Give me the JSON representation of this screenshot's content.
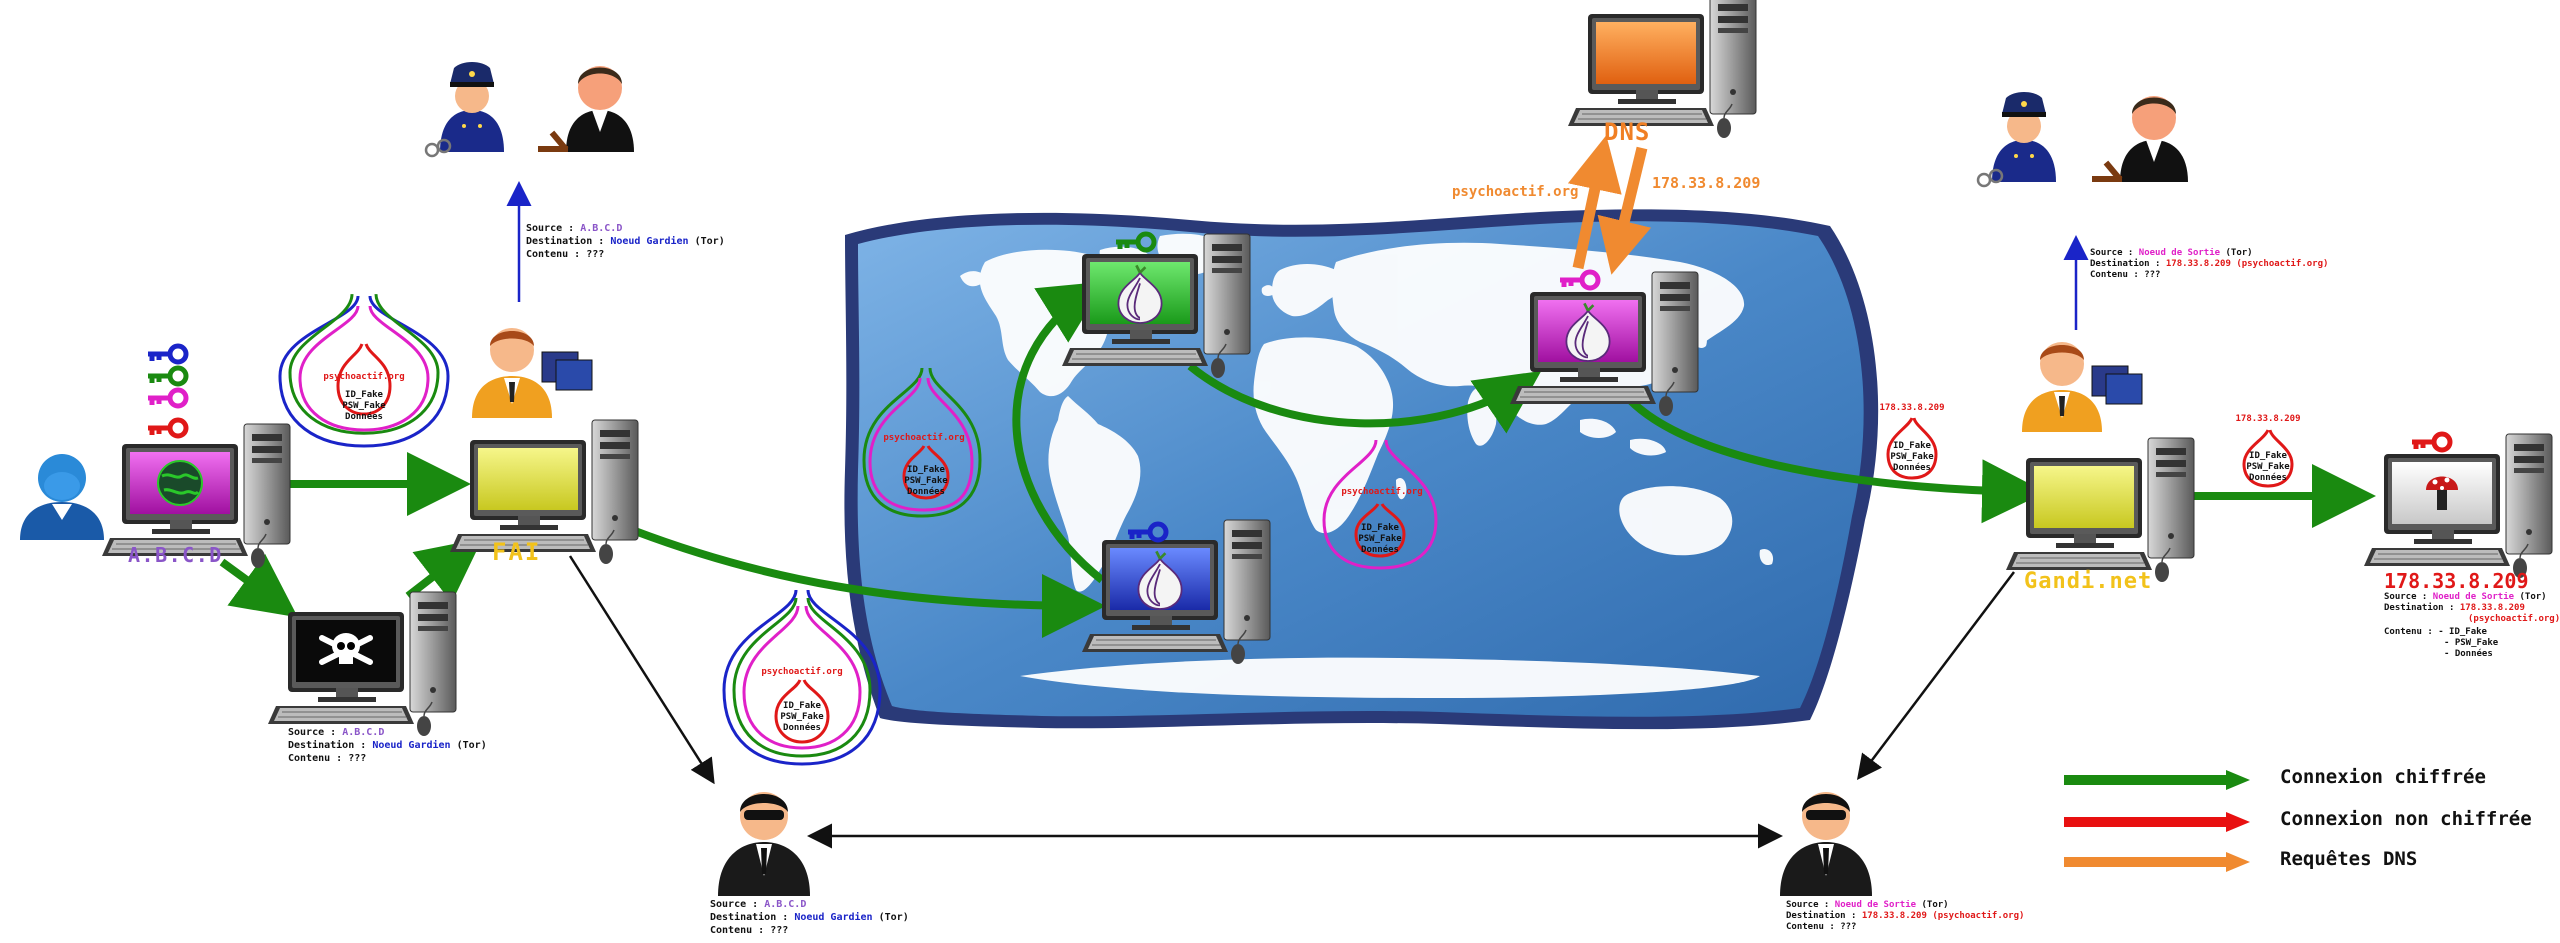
{
  "nodes": {
    "abcd": {
      "label": "A.B.C.D",
      "color": "#8a55c8"
    },
    "fai": {
      "label": "FAI",
      "color": "#f2c21a"
    },
    "dns": {
      "label": "DNS",
      "color": "#f07f24"
    },
    "gandi": {
      "label": "Gandi.net",
      "color": "#f2c21a"
    },
    "server": {
      "label": "178.33.8.209",
      "color": "#e01818"
    }
  },
  "dns_queries": {
    "query": "psychoactif.org",
    "answer": "178.33.8.209"
  },
  "onion_labels": {
    "domain": "psychoactif.org",
    "core": [
      "ID_Fake",
      "PSW_Fake",
      "Données"
    ],
    "ip": "178.33.8.209"
  },
  "info_boxes": {
    "police_left": {
      "source_key": "Source :",
      "source_val": "A.B.C.D",
      "dest_key": "Destination :",
      "dest_val": "Noeud Gardien",
      "dest_suffix": "(Tor)",
      "content_key": "Contenu :",
      "content_val": "???"
    },
    "hacker": {
      "source_key": "Source :",
      "source_val": "A.B.C.D",
      "dest_key": "Destination :",
      "dest_val": "Noeud Gardien",
      "dest_suffix": "(Tor)",
      "content_key": "Contenu :",
      "content_val": "???"
    },
    "spy_left": {
      "source_key": "Source :",
      "source_val": "A.B.C.D",
      "dest_key": "Destination :",
      "dest_val": "Noeud Gardien",
      "dest_suffix": "(Tor)",
      "content_key": "Contenu :",
      "content_val": "???"
    },
    "police_right": {
      "source_key": "Source :",
      "source_val": "Noeud de Sortie",
      "source_suffix": "(Tor)",
      "dest_key": "Destination :",
      "dest_val": "178.33.8.209 (psychoactif.org)",
      "content_key": "Contenu :",
      "content_val": "???"
    },
    "spy_right": {
      "source_key": "Source :",
      "source_val": "Noeud de Sortie",
      "source_suffix": "(Tor)",
      "dest_key": "Destination :",
      "dest_val": "178.33.8.209 (psychoactif.org)",
      "content_key": "Contenu :",
      "content_val": "???"
    },
    "server": {
      "source_key": "Source :",
      "source_val": "Noeud de Sortie",
      "source_suffix": "(Tor)",
      "dest_key": "Destination :",
      "dest_val": "178.33.8.209",
      "dest_val2": "(psychoactif.org)",
      "content_key": "Contenu :",
      "content_items": [
        "- ID_Fake",
        "- PSW_Fake",
        "- Données"
      ]
    }
  },
  "legend": [
    {
      "label": "Connexion chiffrée",
      "color": "#1a8a10"
    },
    {
      "label": "Connexion non chiffrée",
      "color": "#e81010"
    },
    {
      "label": "Requêtes DNS",
      "color": "#f08a30"
    }
  ],
  "colors": {
    "encrypted": "#1a8a10",
    "unencrypted": "#e81010",
    "dns": "#f08a30",
    "ocean": "#4a88c8",
    "land": "#ffffff",
    "map_border": "#2a3a78"
  },
  "icons": [
    "user-icon",
    "computer-icon",
    "key-icon",
    "police-icon",
    "judge-icon",
    "spy-icon",
    "tor-onion-icon",
    "skull-icon",
    "server-icon"
  ]
}
